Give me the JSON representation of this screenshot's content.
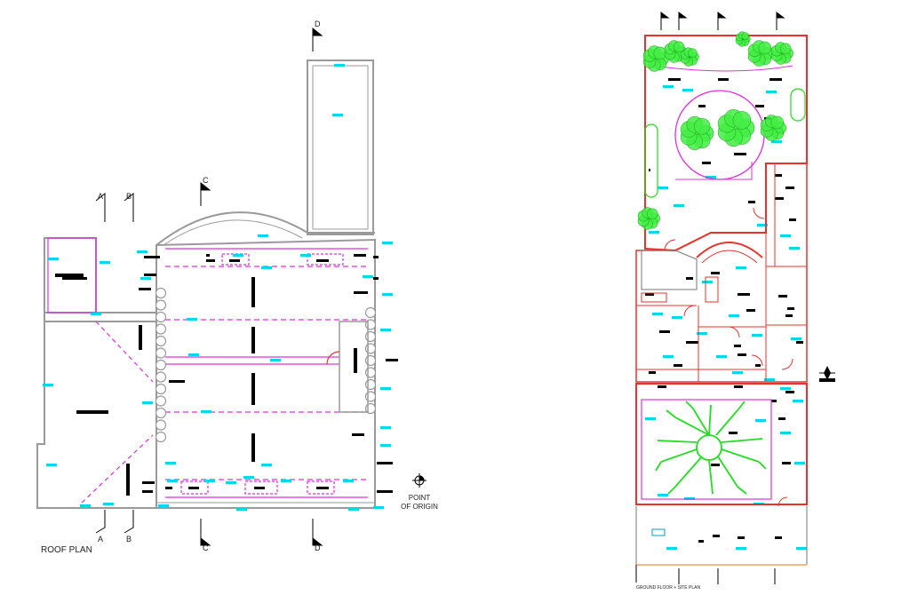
{
  "roof_plan": {
    "title": "ROOF PLAN",
    "sections": {
      "a": "A",
      "b": "B",
      "c": "C",
      "d": "D"
    },
    "origin_label_line1": "POINT",
    "origin_label_line2": "OF ORIGIN"
  },
  "site_plan": {
    "title": "GROUND FLOOR + SITE PLAN"
  },
  "colors": {
    "wall": "#9a9a9a",
    "outline_red": "#e8322e",
    "hatch_magenta": "#e030e0",
    "tree_green": "#22dd22",
    "dim_cyan": "#00d8f0",
    "tag_black": "#000000",
    "boundary_orange": "#f0a060"
  }
}
